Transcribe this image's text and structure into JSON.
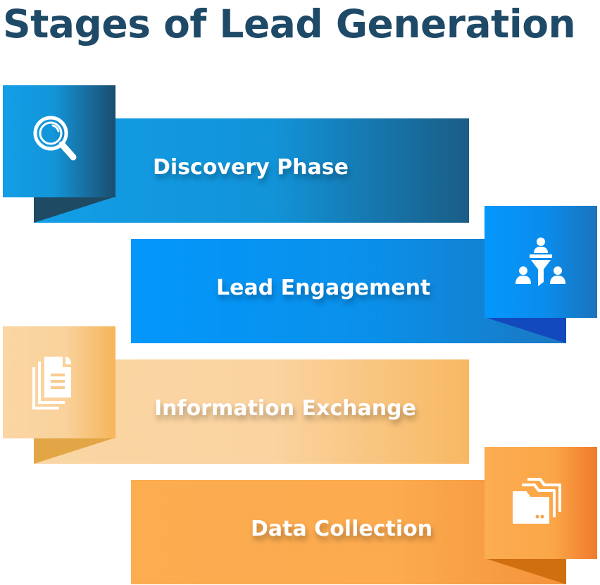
{
  "title": "Stages of Lead Generation",
  "stages": [
    {
      "label": "Discovery Phase",
      "icon": "magnifier-icon",
      "colors": {
        "band_start": "#129ee6",
        "band_end": "#1a5d86",
        "box_start": "#129ee6",
        "box_end": "#1b4d6e",
        "fold": "#1f4a63"
      }
    },
    {
      "label": "Lead Engagement",
      "icon": "people-funnel-icon",
      "colors": {
        "band_start": "#0397fb",
        "band_end": "#1a78c2",
        "box_start": "#0497fc",
        "box_end": "#1c73bb",
        "fold": "#1249bc"
      }
    },
    {
      "label": "Information Exchange",
      "icon": "documents-icon",
      "colors": {
        "band_start": "#fad6a4",
        "band_end": "#f8b862",
        "box_start": "#fad6a4",
        "box_end": "#f6b559",
        "fold": "#e2a647"
      }
    },
    {
      "label": "Data Collection",
      "icon": "folders-icon",
      "colors": {
        "band_start": "#fcad50",
        "band_end": "#f3923a",
        "box_start": "#fcac52",
        "box_end": "#f07a2c",
        "fold": "#cf6f10"
      }
    }
  ]
}
